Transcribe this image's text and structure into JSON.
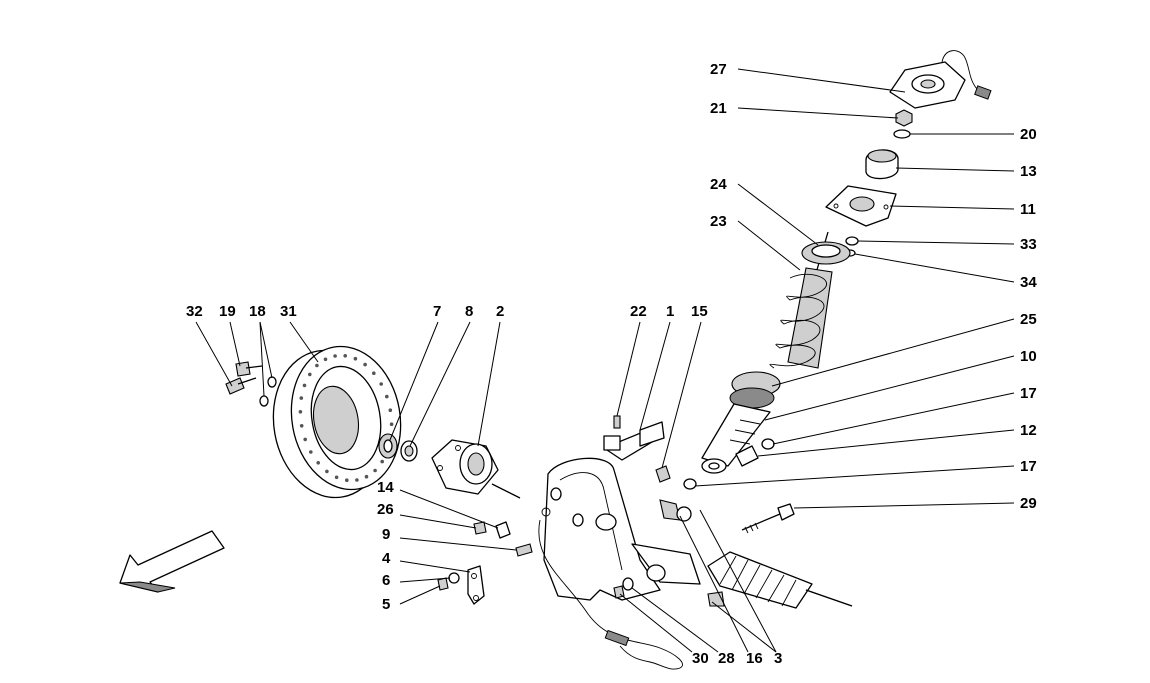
{
  "diagram": {
    "callouts": [
      {
        "id": "c27",
        "label": "27"
      },
      {
        "id": "c21",
        "label": "21"
      },
      {
        "id": "c20",
        "label": "20"
      },
      {
        "id": "c13",
        "label": "13"
      },
      {
        "id": "c24",
        "label": "24"
      },
      {
        "id": "c11",
        "label": "11"
      },
      {
        "id": "c23",
        "label": "23"
      },
      {
        "id": "c33",
        "label": "33"
      },
      {
        "id": "c34",
        "label": "34"
      },
      {
        "id": "c25",
        "label": "25"
      },
      {
        "id": "c10",
        "label": "10"
      },
      {
        "id": "c17a",
        "label": "17"
      },
      {
        "id": "c12",
        "label": "12"
      },
      {
        "id": "c17b",
        "label": "17"
      },
      {
        "id": "c29",
        "label": "29"
      },
      {
        "id": "c32",
        "label": "32"
      },
      {
        "id": "c19",
        "label": "19"
      },
      {
        "id": "c18",
        "label": "18"
      },
      {
        "id": "c31",
        "label": "31"
      },
      {
        "id": "c7",
        "label": "7"
      },
      {
        "id": "c8",
        "label": "8"
      },
      {
        "id": "c2",
        "label": "2"
      },
      {
        "id": "c22",
        "label": "22"
      },
      {
        "id": "c1",
        "label": "1"
      },
      {
        "id": "c15",
        "label": "15"
      },
      {
        "id": "c14",
        "label": "14"
      },
      {
        "id": "c26",
        "label": "26"
      },
      {
        "id": "c9",
        "label": "9"
      },
      {
        "id": "c4",
        "label": "4"
      },
      {
        "id": "c6",
        "label": "6"
      },
      {
        "id": "c5",
        "label": "5"
      },
      {
        "id": "c30",
        "label": "30"
      },
      {
        "id": "c28",
        "label": "28"
      },
      {
        "id": "c16",
        "label": "16"
      },
      {
        "id": "c3",
        "label": "3"
      }
    ]
  }
}
